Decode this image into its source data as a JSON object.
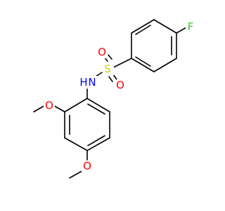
{
  "molecule": {
    "colors": {
      "carbon_bond": "#000000",
      "oxygen": "#ff0000",
      "nitrogen": "#0000ff",
      "sulfur": "#cccc00",
      "fluorine": "#33cc33",
      "background": "#ffffff"
    },
    "atoms": {
      "fluorine": {
        "label": "F",
        "element": "F"
      },
      "sulfur": {
        "label": "S",
        "element": "S"
      },
      "sulfonyl_oxygen_1": {
        "label": "O",
        "element": "O"
      },
      "sulfonyl_oxygen_2": {
        "label": "O",
        "element": "O"
      },
      "amide_nitrogen": {
        "label": "H",
        "secondary": "N",
        "element": "N"
      },
      "methoxy_oxygen_ortho": {
        "label": "O",
        "element": "O"
      },
      "methoxy_oxygen_para": {
        "label": "O",
        "element": "O"
      }
    }
  }
}
